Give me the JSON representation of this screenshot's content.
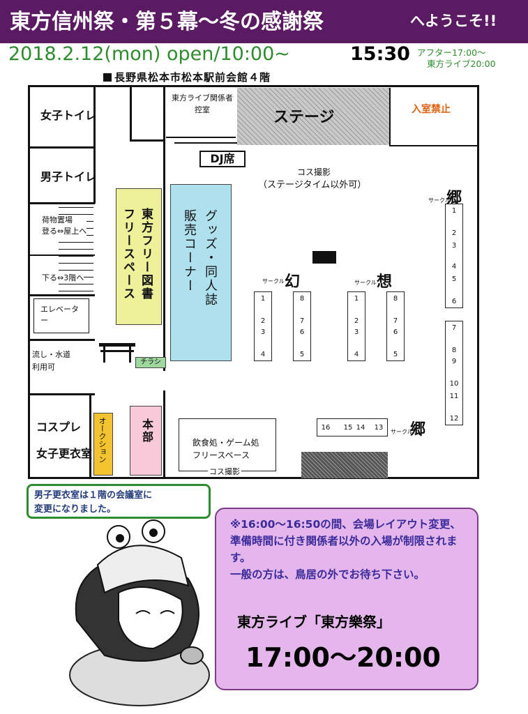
{
  "header": {
    "title": "東方信州祭・第５幕〜冬の感謝祭",
    "welcome": "へようこそ!!",
    "date_open": "2018.2.12(mon) open/10:00~",
    "date_close": "15:30",
    "after_line1": "アフター17:00〜",
    "after_line2": "東方ライブ20:00",
    "venue": "長野県松本市松本駅前会館４階"
  },
  "map": {
    "women_toilet": "女子トイレ",
    "men_toilet": "男子トイレ",
    "stairs_up": "荷物置場\n登る⇔屋上へ",
    "stairs_down": "下る⇔3階へ",
    "elevator": "エレベーター",
    "sink": "流し・水道\n利用可",
    "cosplay_dressing": "コスプレ\n女子更衣室",
    "auction": "オークション",
    "hq": "本部",
    "flyers": "チラシ",
    "free_library": "東方フリー図書\nフリースペース",
    "goods_corner": "グッズ・同人誌\n販売コーナー",
    "staff_room": "東方ライブ関係者\n控室",
    "stage": "ステージ",
    "no_entry": "入室禁止",
    "dj": "DJ席",
    "cos_photo": "コス撮影",
    "cos_photo_note": "（ステージタイム以外可）",
    "circle_small": "サークル",
    "circle_gen": "幻",
    "circle_sou": "想",
    "circle_kyou": "郷",
    "food_area": "飲食処・ゲーム処\nフリースペース",
    "food_cos": "コス撮影",
    "gen_left": [
      "1",
      "2",
      "3",
      "4"
    ],
    "gen_right": [
      "8",
      "7",
      "6",
      "5"
    ],
    "sou_left": [
      "1",
      "2",
      "3",
      "4"
    ],
    "sou_right": [
      "8",
      "7",
      "6",
      "5"
    ],
    "kyou_top": [
      "1",
      "2",
      "3",
      "4",
      "5",
      "6"
    ],
    "kyou_mid": [
      "7",
      "8",
      "9",
      "10",
      "11",
      "12"
    ],
    "kyou_bottom": [
      "16",
      "15",
      "14",
      "13"
    ]
  },
  "notes": {
    "men_dressing": "男子更衣室は１階の会議室に\n変更になりました。",
    "layout_change": "※16:00〜16:50の間、会場レイアウト変更、準備時間に付き関係者以外の入場が制限されます。\n一般の方は、鳥居の外でお待ち下さい。",
    "live_title": "東方ライブ「東方樂祭」",
    "live_time": "17:00〜20:00"
  },
  "colors": {
    "banner": "#5a1b63",
    "date_green": "#2e8b2e",
    "no_entry_orange": "#e06010",
    "note_purple": "#e4b6ec"
  }
}
